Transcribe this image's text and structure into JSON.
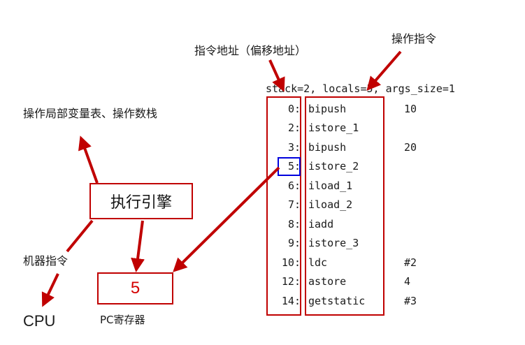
{
  "labels": {
    "instruction_address": "指令地址（偏移地址）",
    "operation_instruction": "操作指令",
    "operate_locals_stack": "操作局部变量表、操作数栈",
    "execution_engine": "执行引擎",
    "machine_instruction": "机器指令",
    "cpu": "CPU",
    "pc_value": "5",
    "pc_register": "PC寄存器"
  },
  "bytecode": {
    "header": "stack=2, locals=5, args_size=1",
    "rows": [
      {
        "offset": "0:",
        "instruction": "bipush",
        "argument": "10"
      },
      {
        "offset": "2:",
        "instruction": "istore_1",
        "argument": ""
      },
      {
        "offset": "3:",
        "instruction": "bipush",
        "argument": "20"
      },
      {
        "offset": "5:",
        "instruction": "istore_2",
        "argument": ""
      },
      {
        "offset": "6:",
        "instruction": "iload_1",
        "argument": ""
      },
      {
        "offset": "7:",
        "instruction": "iload_2",
        "argument": ""
      },
      {
        "offset": "8:",
        "instruction": "iadd",
        "argument": ""
      },
      {
        "offset": "9:",
        "instruction": "istore_3",
        "argument": ""
      },
      {
        "offset": "10:",
        "instruction": "ldc",
        "argument": "#2"
      },
      {
        "offset": "12:",
        "instruction": "astore",
        "argument": "4"
      },
      {
        "offset": "14:",
        "instruction": "getstatic",
        "argument": "#3"
      }
    ],
    "highlighted_offset": "5:"
  },
  "colors": {
    "box_border": "#c00000",
    "arrow": "#c00000",
    "highlight_border": "#0000dd",
    "pc_value_text": "#d40000",
    "text": "#1a1a1a"
  }
}
